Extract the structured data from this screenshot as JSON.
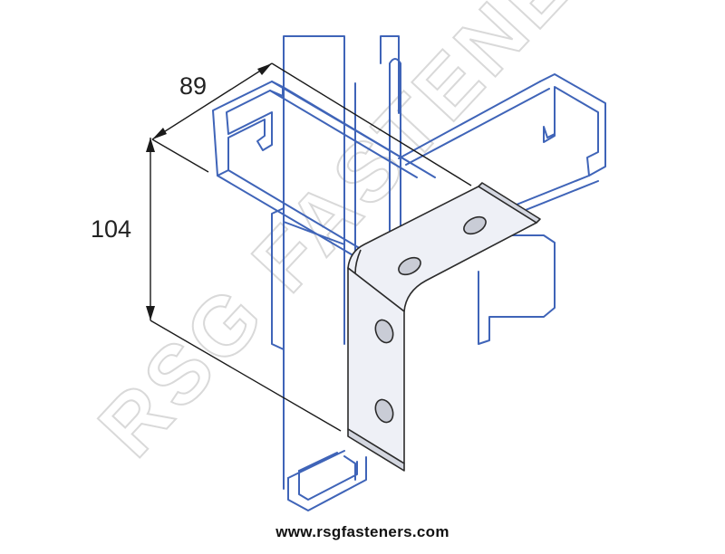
{
  "diagram": {
    "dimensions": {
      "width_label": "89",
      "height_label": "104"
    },
    "watermark": "RSG FASTENERS",
    "footer_url": "www.rsgfasteners.com",
    "colors": {
      "channel_outline": "#3f64b8",
      "bracket_fill": "#eef0f6",
      "bracket_outline": "#2b2b2b",
      "dimension_line": "#1a1a1a",
      "watermark": "#d9d9d9"
    }
  }
}
